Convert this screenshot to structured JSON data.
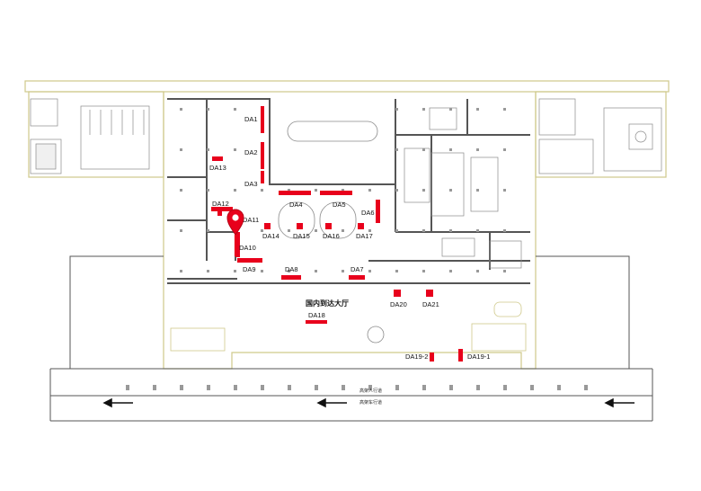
{
  "hall_label": "国内到达大厅",
  "lanes": {
    "pedestrian": "高架人行道",
    "vehicle": "高架车行道"
  },
  "colors": {
    "ad_spot": "#e8001c",
    "wall": "#555555",
    "outline": "#cfc98a",
    "pin": "#e8001c"
  },
  "spots": [
    {
      "id": "DA1"
    },
    {
      "id": "DA2"
    },
    {
      "id": "DA3"
    },
    {
      "id": "DA4"
    },
    {
      "id": "DA5"
    },
    {
      "id": "DA6"
    },
    {
      "id": "DA7"
    },
    {
      "id": "DA8"
    },
    {
      "id": "DA9"
    },
    {
      "id": "DA10"
    },
    {
      "id": "DA11"
    },
    {
      "id": "DA12"
    },
    {
      "id": "DA13"
    },
    {
      "id": "DA14"
    },
    {
      "id": "DA15"
    },
    {
      "id": "DA16"
    },
    {
      "id": "DA17"
    },
    {
      "id": "DA18"
    },
    {
      "id": "DA19-1"
    },
    {
      "id": "DA19-2"
    },
    {
      "id": "DA20"
    },
    {
      "id": "DA21"
    }
  ],
  "selected_spot": "DA11",
  "icons": [
    "location-pin-icon",
    "left-arrow-icon"
  ]
}
